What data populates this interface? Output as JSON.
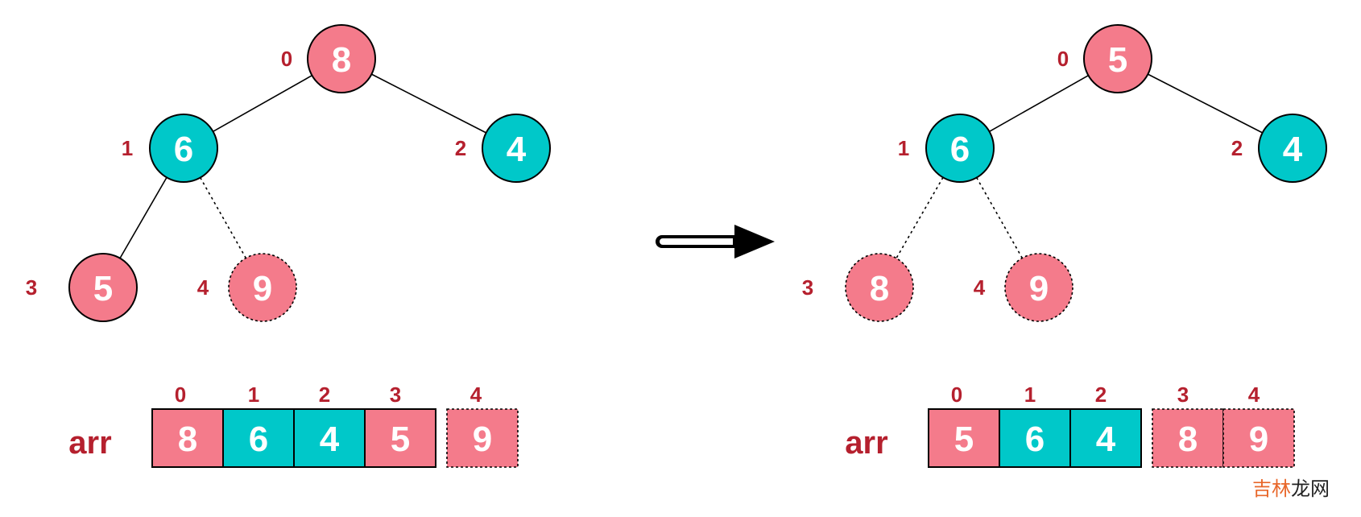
{
  "colors": {
    "pink": "#f47b8b",
    "teal": "#00c8c9",
    "label": "#b5202e",
    "line": "#000000"
  },
  "panels": [
    {
      "name": "before",
      "nodes": [
        {
          "index": "0",
          "value": "8",
          "color": "pink",
          "dashed": false
        },
        {
          "index": "1",
          "value": "6",
          "color": "teal",
          "dashed": false
        },
        {
          "index": "2",
          "value": "4",
          "color": "teal",
          "dashed": false
        },
        {
          "index": "3",
          "value": "5",
          "color": "pink",
          "dashed": false
        },
        {
          "index": "4",
          "value": "9",
          "color": "pink",
          "dashed": true
        }
      ],
      "edges": [
        {
          "from": 0,
          "to": 1,
          "dashed": false
        },
        {
          "from": 0,
          "to": 2,
          "dashed": false
        },
        {
          "from": 1,
          "to": 3,
          "dashed": false
        },
        {
          "from": 1,
          "to": 4,
          "dashed": true
        }
      ],
      "array_label": "arr",
      "array": [
        {
          "index": "0",
          "value": "8",
          "color": "pink",
          "dashed": false
        },
        {
          "index": "1",
          "value": "6",
          "color": "teal",
          "dashed": false
        },
        {
          "index": "2",
          "value": "4",
          "color": "teal",
          "dashed": false
        },
        {
          "index": "3",
          "value": "5",
          "color": "pink",
          "dashed": false
        },
        {
          "index": "4",
          "value": "9",
          "color": "pink",
          "dashed": true
        }
      ]
    },
    {
      "name": "after",
      "nodes": [
        {
          "index": "0",
          "value": "5",
          "color": "pink",
          "dashed": false
        },
        {
          "index": "1",
          "value": "6",
          "color": "teal",
          "dashed": false
        },
        {
          "index": "2",
          "value": "4",
          "color": "teal",
          "dashed": false
        },
        {
          "index": "3",
          "value": "8",
          "color": "pink",
          "dashed": true
        },
        {
          "index": "4",
          "value": "9",
          "color": "pink",
          "dashed": true
        }
      ],
      "edges": [
        {
          "from": 0,
          "to": 1,
          "dashed": false
        },
        {
          "from": 0,
          "to": 2,
          "dashed": false
        },
        {
          "from": 1,
          "to": 3,
          "dashed": true
        },
        {
          "from": 1,
          "to": 4,
          "dashed": true
        }
      ],
      "array_label": "arr",
      "array": [
        {
          "index": "0",
          "value": "5",
          "color": "pink",
          "dashed": false
        },
        {
          "index": "1",
          "value": "6",
          "color": "teal",
          "dashed": false
        },
        {
          "index": "2",
          "value": "4",
          "color": "teal",
          "dashed": false
        },
        {
          "index": "3",
          "value": "8",
          "color": "pink",
          "dashed": true
        },
        {
          "index": "4",
          "value": "9",
          "color": "pink",
          "dashed": true
        }
      ]
    }
  ],
  "watermark": {
    "part1": "吉林",
    "part2": "龙网"
  }
}
